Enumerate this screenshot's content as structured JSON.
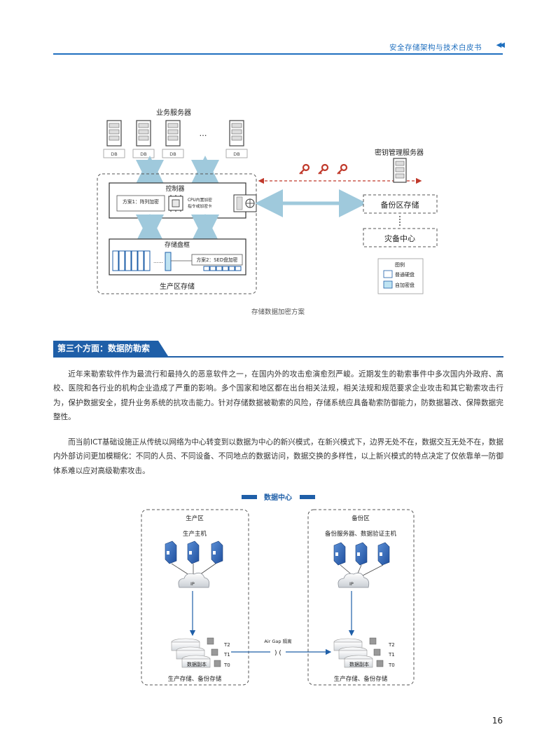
{
  "header": {
    "title": "安全存储架构与技术白皮书",
    "arrows": "◀◀"
  },
  "diagram1": {
    "business_servers": "业务服务器",
    "db": "DB",
    "ellipsis": "…",
    "key_server": "密钥管理服务器",
    "controller": "控制器",
    "scheme1": "方案1：阵列加密",
    "cpu_label": "CPU内置加密",
    "cpu_label2": "指令或加密卡",
    "disk_enclosure": "存储盘框",
    "dots": "……",
    "scheme2": "方案2：SED盘加密",
    "production_storage": "生产区存储",
    "backup_storage": "备份区存储",
    "dr_center": "灾备中心",
    "legend_title": "图例",
    "legend_items": [
      {
        "label": "普通硬盘",
        "color": "#ffffff"
      },
      {
        "label": "自加密盘",
        "color": "#bfe3f2"
      }
    ],
    "caption": "存储数据加密方案"
  },
  "section": {
    "title": "第三个方面：数据防勒索"
  },
  "paragraphs": [
    "近年来勒索软件作为最流行和最持久的恶意软件之一，在国内外的攻击愈演愈烈严峻。近期发生的勒索事件中多次国内外政府、高校、医院和各行业的机构企业造成了严重的影响。多个国家和地区都在出台相关法规，相关法规和规范要求企业攻击和其它勒索攻击行为，保护数据安全，提升业务系统的抗攻击能力。针对存储数据被勒索的风险，存储系统应具备勒索防御能力，防数据篡改、保障数据完整性。",
    "而当前ICT基础设施正从传统以网络为中心转变到以数据为中心的新兴模式，在新兴模式下，边界无处不在，数据交互无处不在，数据内外部访问更加模糊化：不同的人员、不同设备、不同地点的数据访问，数据交换的多样性，以上新兴模式的特点决定了仅依靠单一防御体系难以应对高级勒索攻击。"
  ],
  "diagram2": {
    "title": "数据中心",
    "prod_zone": "生产区",
    "prod_hosts": "生产主机",
    "backup_zone": "备份区",
    "backup_hosts": "备份服务器、数据验证主机",
    "ip": "IP",
    "t2": "T2",
    "t1": "T1",
    "t0": "T0",
    "data_copy": "数据副本",
    "air_gap": "Air Gap 隔离",
    "storage_label": "生产存储、备份存储",
    "air_gap_symbol": ") ("
  },
  "page_number": "16"
}
